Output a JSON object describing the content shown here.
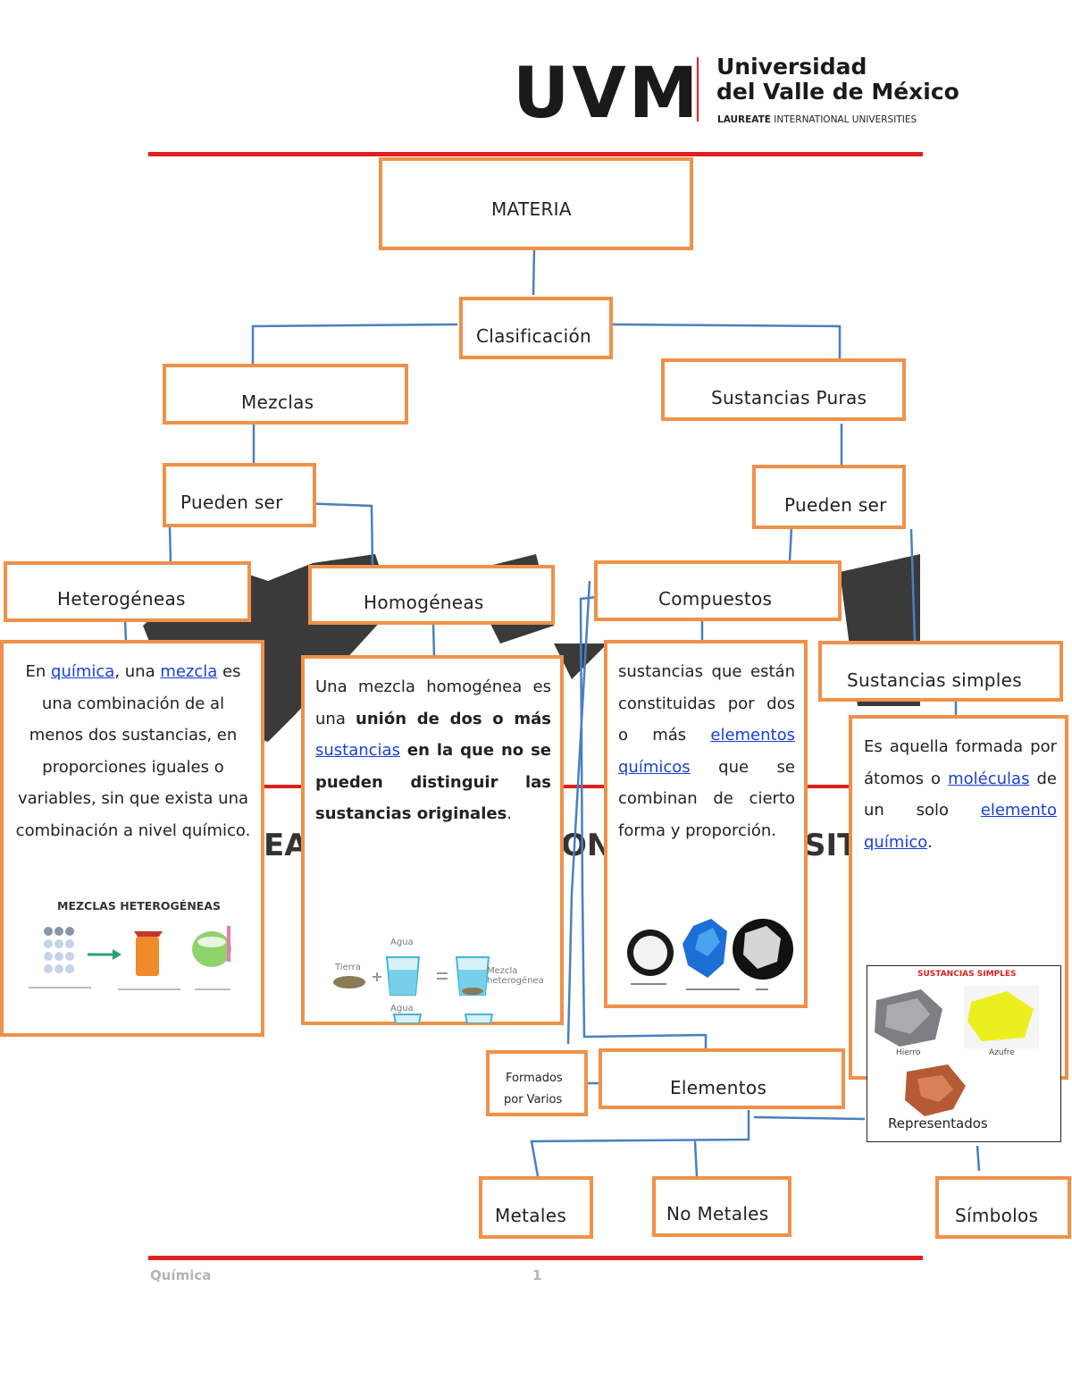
{
  "header": {
    "logo_text": "UVM",
    "university_line1": "Universidad",
    "university_line2": "del Valle de México",
    "laureate_bold": "LAUREATE",
    "laureate_rest": "INTERNATIONAL UNIVERSITIES"
  },
  "watermark": {
    "band_left": "EAT",
    "band_mid": "ON",
    "band_right": "SIT"
  },
  "nodes": {
    "materia": "MATERIA",
    "clasificacion": "Clasificación",
    "mezclas": "Mezclas",
    "sustancias_puras": "Sustancias Puras",
    "pueden_ser_left": "Pueden ser",
    "pueden_ser_right": "Pueden ser",
    "heterogeneas": "Heterogéneas",
    "homogeneas": "Homogéneas",
    "compuestos": "Compuestos",
    "sustancias_simples": "Sustancias simples",
    "formados_line1": "Formados",
    "formados_line2": "por Varios",
    "elementos": "Elementos",
    "metales": "Metales",
    "no_metales": "No Metales",
    "simbolos": "Símbolos",
    "representados": "Representados"
  },
  "texts": {
    "hetero": {
      "t1": "En ",
      "l1": "química",
      "t2": ", una ",
      "l2": "mezcla",
      "t3": " es una combinación de al menos dos sustancias, en proporciones iguales o variables, sin que exista una combinación a nivel químico."
    },
    "homo": {
      "t1": "Una mezcla homogénea es una ",
      "b1": "unión de dos o más ",
      "l1": "sustancias",
      "b2": " en la que no se pueden distinguir las sustancias originales",
      "t2": "."
    },
    "comp": {
      "t1": "sustancias que están constituidas por dos o más ",
      "l1": "elementos químicos",
      "t2": " que se combinan de cierto forma y proporción."
    },
    "simple": {
      "t1": "Es aquella formada por átomos o ",
      "l1": "moléculas",
      "t2": " de un solo ",
      "l2": "elemento químico",
      "t3": "."
    }
  },
  "images": {
    "hetero_title": "MEZCLAS HETEROGÉNEAS",
    "homo_tierra": "Tierra",
    "homo_agua": "Agua",
    "homo_agua2": "Agua",
    "homo_mezcla": "Mezcla heterogénea",
    "simples_title": "SUSTANCIAS SIMPLES",
    "simples_hierro": "Hierro",
    "simples_azufre": "Azufre"
  },
  "footer": {
    "subject": "Química",
    "page": "1"
  },
  "colors": {
    "box_border": "#f0914a",
    "connector": "#4a7fc1",
    "rule": "#e0201f",
    "link": "#1a3fd6"
  }
}
